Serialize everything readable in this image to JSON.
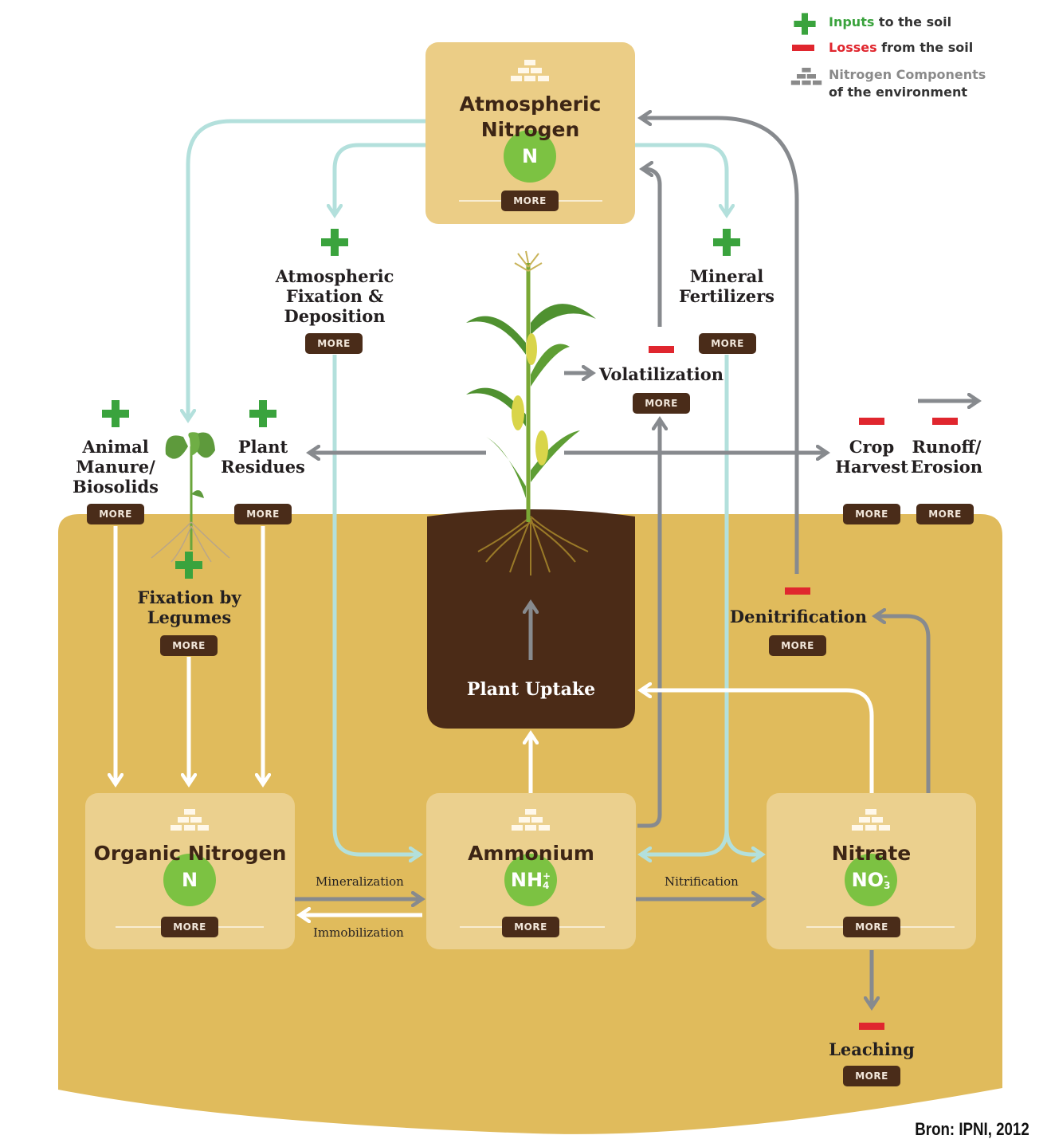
{
  "legend": {
    "inputs_keyword": "Inputs",
    "inputs_rest": " to the soil",
    "losses_keyword": "Losses",
    "losses_rest": " from the soil",
    "components_line1": "Nitrogen Components",
    "components_line2": "of the environment",
    "colors": {
      "input": "#3aa33d",
      "loss": "#e0262e",
      "component": "#8a8a8a"
    }
  },
  "components": {
    "atmospheric": {
      "title_line1": "Atmospheric",
      "title_line2": "Nitrogen",
      "symbol": "N",
      "more": "MORE"
    },
    "organic": {
      "title": "Organic Nitrogen",
      "symbol": "N",
      "more": "MORE"
    },
    "ammonium": {
      "title": "Ammonium",
      "symbol": "NH",
      "sup": "+",
      "sub": "4",
      "more": "MORE"
    },
    "nitrate": {
      "title": "Nitrate",
      "symbol": "NO",
      "sup": "-",
      "sub": "3",
      "more": "MORE"
    }
  },
  "inputs": {
    "atm_fixation": {
      "line1": "Atmospheric",
      "line2": "Fixation &",
      "line3": "Deposition",
      "more": "MORE"
    },
    "mineral_fert": {
      "line1": "Mineral",
      "line2": "Fertilizers",
      "more": "MORE"
    },
    "manure": {
      "line1": "Animal",
      "line2": "Manure/",
      "line3": "Biosolids",
      "more": "MORE"
    },
    "residues": {
      "line1": "Plant",
      "line2": "Residues",
      "more": "MORE"
    },
    "legumes": {
      "line1": "Fixation by",
      "line2": "Legumes",
      "more": "MORE"
    }
  },
  "losses": {
    "volatilization": {
      "label": "Volatilization",
      "more": "MORE"
    },
    "crop_harvest": {
      "line1": "Crop",
      "line2": "Harvest",
      "more": "MORE"
    },
    "runoff": {
      "line1": "Runoff/",
      "line2": "Erosion",
      "more": "MORE"
    },
    "denitrification": {
      "label": "Denitrification",
      "more": "MORE"
    },
    "leaching": {
      "label": "Leaching",
      "more": "MORE"
    }
  },
  "processes": {
    "plant_uptake": "Plant Uptake",
    "mineralization": "Mineralization",
    "immobilization": "Immobilization",
    "nitrification": "Nitrification"
  },
  "colors": {
    "soil": "#e0bb5c",
    "atm_box": "#ebcd86",
    "soil_box": "#ebd08e",
    "root_zone": "#4b2b17",
    "arrow_gray": "#878a8e",
    "arrow_teal": "#b3e0dc",
    "arrow_white": "#ffffff",
    "n_circle": "#7cc242"
  },
  "source": "Bron: IPNI, 2012"
}
